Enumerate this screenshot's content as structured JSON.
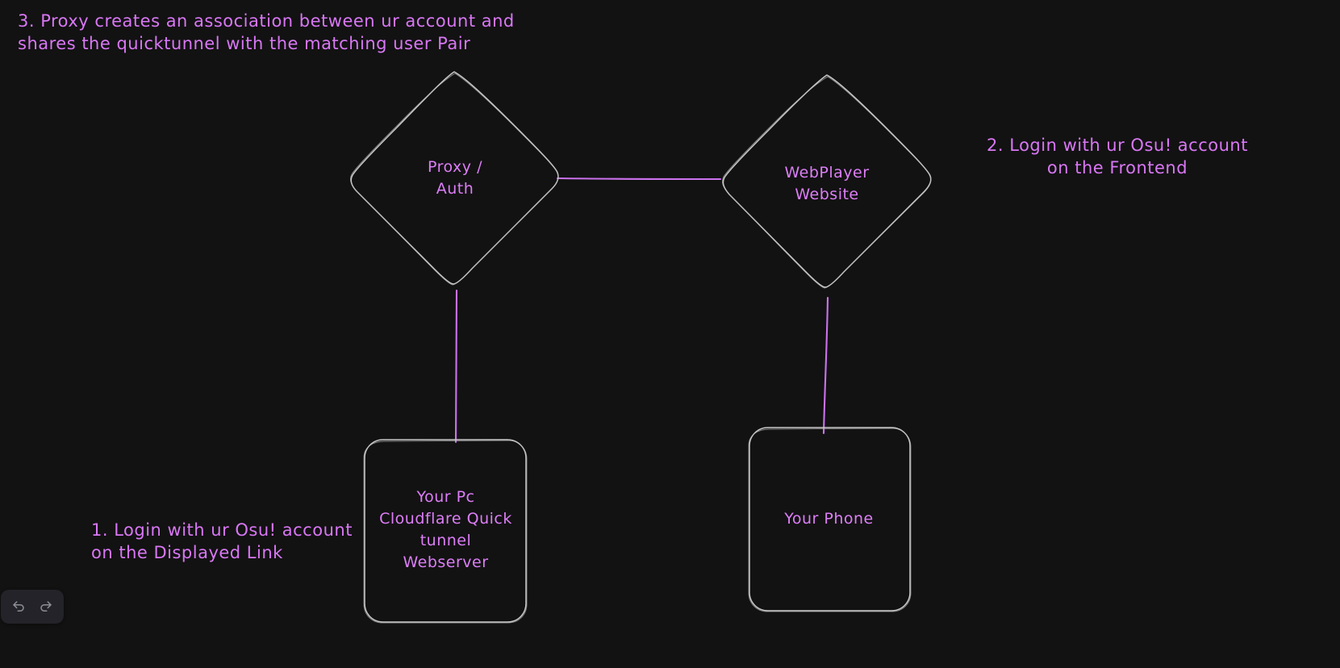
{
  "canvas": {
    "background_color": "#121212",
    "stroke_color": "#cfcfcf",
    "connector_color": "#cc72ee",
    "text_color": "#d977f5"
  },
  "annotations": [
    {
      "id": "annot-3",
      "name": "annotation-step-3",
      "text": "3. Proxy creates an association between ur account and\n shares the quicktunnel with the matching user Pair",
      "align": "left"
    },
    {
      "id": "annot-2",
      "name": "annotation-step-2",
      "text": "2. Login with ur Osu! account\non the Frontend",
      "align": "center"
    },
    {
      "id": "annot-1",
      "name": "annotation-step-1",
      "text": "1. Login with ur Osu! account\non the Displayed Link",
      "align": "left"
    }
  ],
  "nodes": {
    "proxy_auth": {
      "label": "Proxy /\nAuth",
      "shape": "diamond"
    },
    "webplayer": {
      "label": "WebPlayer\nWebsite",
      "shape": "diamond"
    },
    "your_pc": {
      "label": "Your Pc\nCloudflare Quick\ntunnel\nWebserver",
      "shape": "rounded-rectangle"
    },
    "your_phone": {
      "label": "Your Phone",
      "shape": "rounded-rectangle"
    }
  },
  "connectors": [
    {
      "name": "connector-proxy-to-webplayer",
      "from": "proxy_auth",
      "to": "webplayer",
      "orientation": "horizontal"
    },
    {
      "name": "connector-proxy-to-your-pc",
      "from": "proxy_auth",
      "to": "your_pc",
      "orientation": "vertical"
    },
    {
      "name": "connector-webplayer-to-your-phone",
      "from": "webplayer",
      "to": "your_phone",
      "orientation": "vertical"
    }
  ],
  "toolbar": {
    "undo": {
      "label": "Undo",
      "icon": "undo-arrow-icon"
    },
    "redo": {
      "label": "Redo",
      "icon": "redo-arrow-icon"
    }
  }
}
